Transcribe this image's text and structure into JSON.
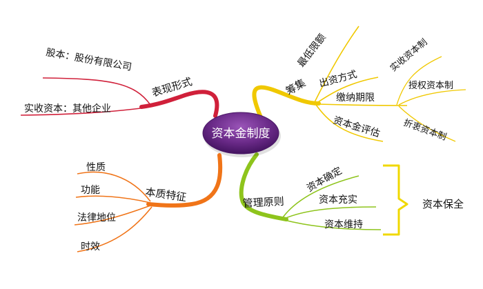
{
  "center": {
    "label": "资本金制度"
  },
  "branches": {
    "form": {
      "label": "表现形式",
      "children": [
        "股本：股份有限公司",
        "实收资本：其他企业"
      ]
    },
    "raise": {
      "label": "筹集",
      "children": [
        "最低限额",
        "出资方式",
        "缴纳期限",
        "资本金评估"
      ],
      "payment_children": [
        "实收资本制",
        "授权资本制",
        "折衷资本制"
      ]
    },
    "nature": {
      "label": "本质特征",
      "children": [
        "性质",
        "功能",
        "法律地位",
        "时效"
      ]
    },
    "principle": {
      "label": "管理原则",
      "children": [
        "资本确定",
        "资本充实",
        "资本维持"
      ],
      "summary": "资本保全"
    }
  },
  "colors": {
    "form": "#d0203a",
    "raise": "#f0c800",
    "nature": "#f07418",
    "principle": "#8ec41c",
    "center": "#6a2a88"
  }
}
